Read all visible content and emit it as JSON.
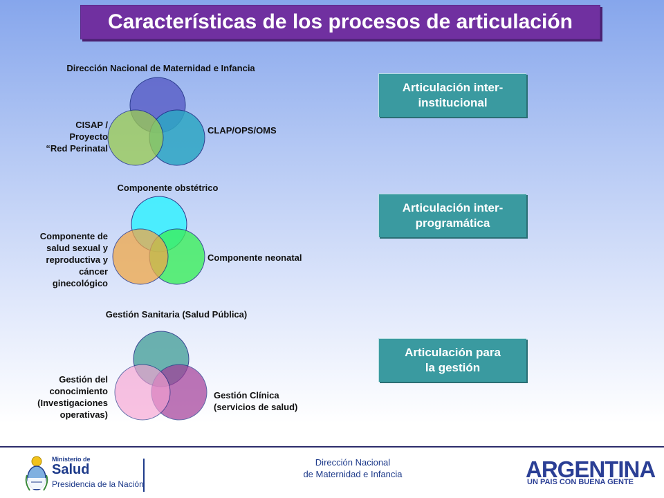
{
  "title": "Características de los procesos de articulación",
  "venns": [
    {
      "top_label": "Dirección Nacional de Maternidad e Infancia",
      "right_label": "CLAP/OPS/OMS",
      "left_label": "CISAP /\nProyecto\n“Red Perinatal",
      "colors": [
        "#5c62c8",
        "#2ea6c4",
        "#9ccd50"
      ]
    },
    {
      "top_label": "Componente obstétrico",
      "right_label": "Componente neonatal",
      "left_label": "Componente de\nsalud sexual y\nreproductiva y\ncáncer\nginecológico",
      "colors": [
        "#3ef0ff",
        "#3cef5c",
        "#f0a848"
      ]
    },
    {
      "top_label": "Gestión Sanitaria (Salud Pública)",
      "right_label": "Gestión Clínica\n(servicios de salud)",
      "left_label": "Gestión del\nconocimiento\n(Investigaciones\noperativas)",
      "colors": [
        "#54a6a2",
        "#a23c98",
        "#f6a2d2"
      ]
    }
  ],
  "boxes": [
    "Articulación inter-\ninstitucional",
    "Articulación inter-\nprogramática",
    "Articulación para\nla gestión"
  ],
  "footer": {
    "center": "Dirección Nacional\nde Maternidad e Infancia",
    "ministerio_line1": "Ministerio de",
    "ministerio_line2": "Salud",
    "ministerio_line3": "Presidencia de la Nación",
    "argentina": "ARGENTINA",
    "argentina_tagline": "UN PAIS CON BUENA GENTE"
  }
}
